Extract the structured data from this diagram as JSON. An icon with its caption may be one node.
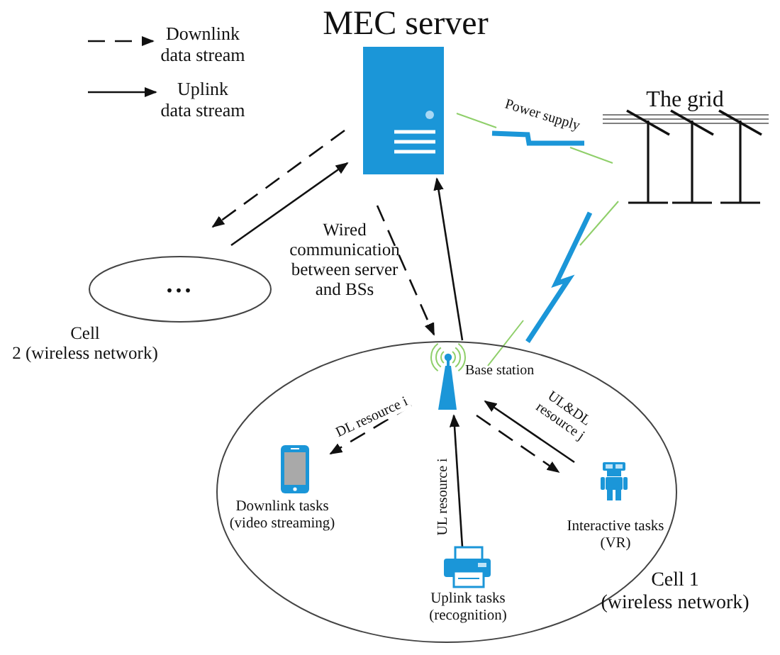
{
  "diagram": {
    "nodes": [
      {
        "text": [
          "MEC server"
        ]
      },
      {
        "text": [
          "...",
          "Cell 2 (wireless network)"
        ]
      },
      {
        "text": [
          "Cell 1 (wireless network)"
        ]
      },
      {
        "text": [
          "Base station"
        ],
        "in": 2
      },
      {
        "text": [
          "Downlink tasks (video streaming)"
        ],
        "in": 2
      },
      {
        "text": [
          "Uplink tasks (recognition)"
        ],
        "in": 2
      },
      {
        "text": [
          "Interactive tasks (VR)"
        ],
        "in": 2
      },
      {
        "text": [
          "The grid"
        ]
      }
    ],
    "edges": [
      {
        "from": 0,
        "to": 1,
        "arrow": "to",
        "style": "dashed"
      },
      {
        "from": 1,
        "to": 0,
        "arrow": "to"
      },
      {
        "from": 0,
        "to": 3,
        "arrow": "to",
        "style": "dashed"
      },
      {
        "from": 3,
        "to": 0,
        "arrow": "to"
      },
      {
        "from": 3,
        "to": 4,
        "arrow": "to",
        "style": "dashed",
        "label": "DL resource i"
      },
      {
        "from": 5,
        "to": 3,
        "arrow": "to",
        "label": "UL resource i"
      },
      {
        "from": 6,
        "to": 3,
        "arrow": "to",
        "label": "UL&DL resource j"
      },
      {
        "from": 3,
        "to": 6,
        "arrow": "to",
        "style": "dashed"
      },
      {
        "from": 0,
        "to": 7,
        "arrow": "none",
        "style": "thick",
        "color": "#1b96d8",
        "label": "Power supply"
      },
      {
        "from": 7,
        "to": 3,
        "arrow": "none",
        "style": "thick",
        "color": "#1b96d8"
      }
    ],
    "labels": [
      "Wired communication between server and BSs"
    ],
    "legend": [
      {
        "text": "Downlink data stream"
      },
      {
        "text": "Uplink data stream"
      }
    ]
  }
}
